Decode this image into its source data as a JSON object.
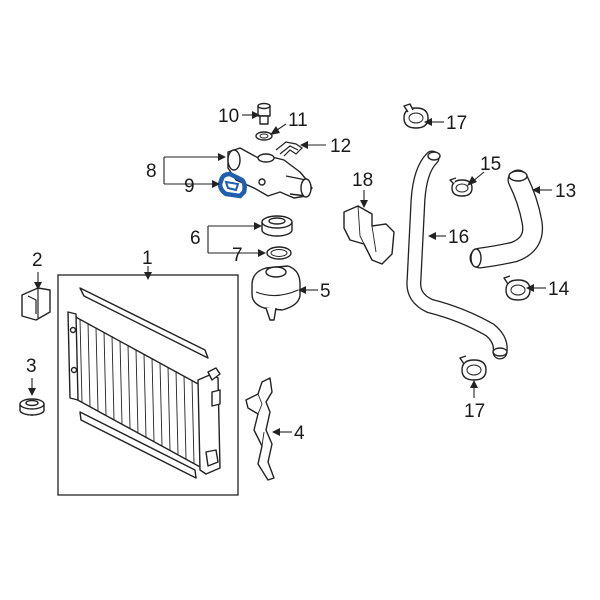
{
  "callouts": {
    "c1": "1",
    "c2": "2",
    "c3": "3",
    "c4": "4",
    "c5": "5",
    "c6": "6",
    "c7": "7",
    "c8": "8",
    "c9": "9",
    "c10": "10",
    "c11": "11",
    "c12": "12",
    "c13": "13",
    "c14": "14",
    "c15": "15",
    "c16": "16",
    "c17a": "17",
    "c17b": "17",
    "c18": "18"
  },
  "colors": {
    "highlight": "#1f5fae",
    "line": "#222222",
    "background": "#ffffff"
  }
}
